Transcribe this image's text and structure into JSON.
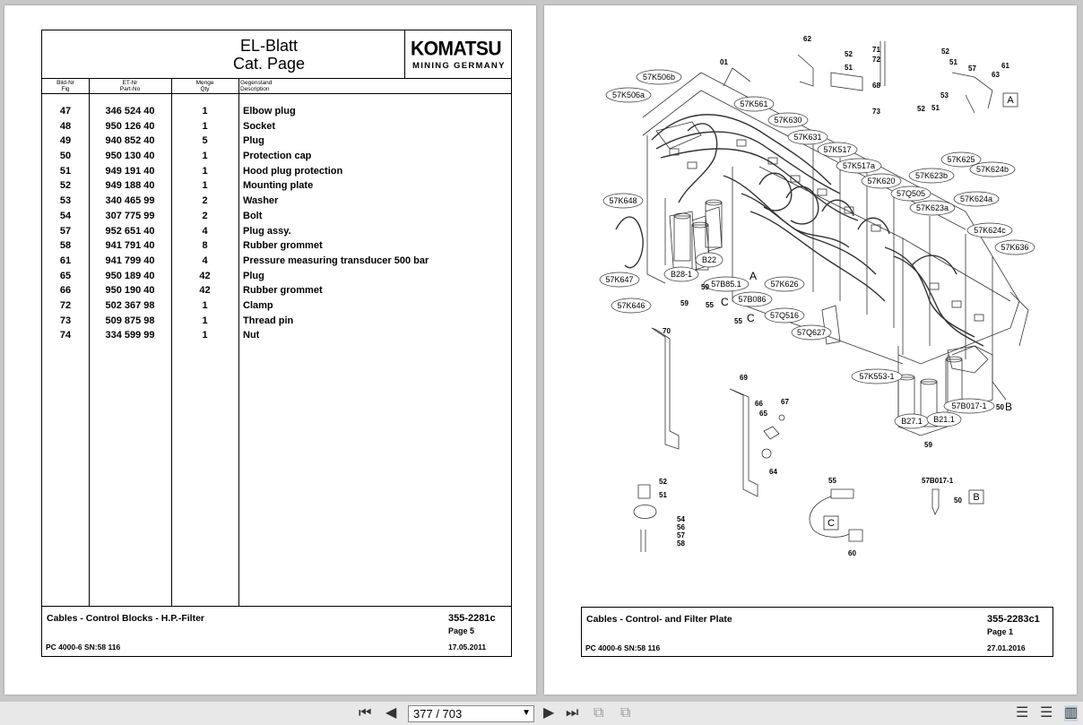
{
  "left": {
    "title_line1": "EL-Blatt",
    "title_line2": "Cat. Page",
    "logo_main": "KOMATSU",
    "logo_sub": "MINING GERMANY",
    "columns": [
      {
        "de": "Bild-Nr",
        "en": "Fig"
      },
      {
        "de": "ET-Nr",
        "en": "Part-No"
      },
      {
        "de": "Menge",
        "en": "Qty"
      },
      {
        "de": "Gegenstand",
        "en": "Description"
      }
    ],
    "rows": [
      {
        "fig": "47",
        "part": "346 524 40",
        "qty": "1",
        "desc": "Elbow plug"
      },
      {
        "fig": "48",
        "part": "950 126 40",
        "qty": "1",
        "desc": "Socket"
      },
      {
        "fig": "49",
        "part": "940 852 40",
        "qty": "5",
        "desc": "Plug"
      },
      {
        "fig": "50",
        "part": "950 130 40",
        "qty": "1",
        "desc": "Protection cap"
      },
      {
        "fig": "51",
        "part": "949 191 40",
        "qty": "1",
        "desc": "Hood plug protection"
      },
      {
        "fig": "52",
        "part": "949 188 40",
        "qty": "1",
        "desc": "Mounting plate"
      },
      {
        "fig": "53",
        "part": "340 465 99",
        "qty": "2",
        "desc": "Washer"
      },
      {
        "fig": "54",
        "part": "307 775 99",
        "qty": "2",
        "desc": "Bolt"
      },
      {
        "fig": "57",
        "part": "952 651 40",
        "qty": "4",
        "desc": "Plug  assy."
      },
      {
        "fig": "58",
        "part": "941 791 40",
        "qty": "8",
        "desc": "Rubber grommet"
      },
      {
        "fig": "61",
        "part": "941 799 40",
        "qty": "4",
        "desc": "Pressure measuring transducer 500 bar"
      },
      {
        "fig": "65",
        "part": "950 189 40",
        "qty": "42",
        "desc": "Plug"
      },
      {
        "fig": "66",
        "part": "950 190 40",
        "qty": "42",
        "desc": "Rubber grommet"
      },
      {
        "fig": "72",
        "part": "502 367 98",
        "qty": "1",
        "desc": "Clamp"
      },
      {
        "fig": "73",
        "part": "509 875 98",
        "qty": "1",
        "desc": "Thread pin"
      },
      {
        "fig": "74",
        "part": "334 599 99",
        "qty": "1",
        "desc": "Nut"
      }
    ],
    "footer": {
      "title": "Cables - Control Blocks - H.P.-Filter",
      "code": "355-2281c",
      "page": "Page 5",
      "model": "PC 4000-6 SN:58 116",
      "date": "17.05.2011"
    }
  },
  "right": {
    "footer": {
      "title": "Cables - Control- and Filter Plate",
      "code": "355-2283c1",
      "page": "Page 1",
      "model": "PC 4000-6 SN:58 116",
      "date": "27.01.2016"
    },
    "callouts": [
      "57K506b",
      "57K506a",
      "57K561",
      "57K630",
      "57K631",
      "57K517",
      "57K517a",
      "57K620",
      "57Q505",
      "57K623b",
      "57K625",
      "57K624b",
      "57K624a",
      "57K623a",
      "57K648",
      "57K624c",
      "57K636",
      "57K647",
      "B28-1",
      "B22",
      "57B85.1",
      "57B086",
      "57K626",
      "57Q516",
      "57Q627",
      "57K646",
      "57K553-1",
      "57B017-1",
      "B27.1",
      "B21.1"
    ],
    "numbers": [
      "62",
      "52",
      "51",
      "71",
      "72",
      "68",
      "73",
      "52",
      "51",
      "57",
      "61",
      "63",
      "53",
      "52",
      "51",
      "01",
      "59",
      "55",
      "55",
      "59",
      "70",
      "69",
      "66",
      "65",
      "67",
      "64",
      "52",
      "51",
      "54",
      "56",
      "57",
      "58",
      "55",
      "60",
      "50",
      "59",
      "57B017-1",
      "50"
    ],
    "view_labels": [
      "A",
      "A",
      "B",
      "B",
      "C",
      "C",
      "C"
    ]
  },
  "toolbar": {
    "current_page": "377",
    "total_pages": "703",
    "separator": " / "
  }
}
